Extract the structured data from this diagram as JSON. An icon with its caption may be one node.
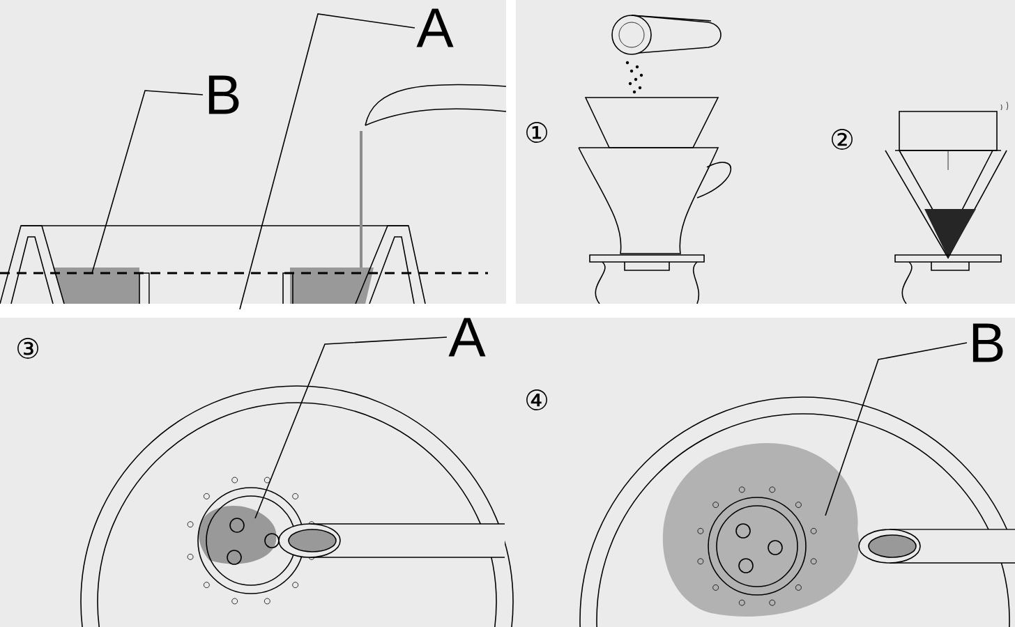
{
  "diagram": {
    "nodes": [
      {
        "text": [
          "A"
        ]
      },
      {
        "text": [
          "B"
        ]
      },
      {
        "text": [
          "A"
        ]
      },
      {
        "text": [
          "B"
        ]
      }
    ],
    "edges": [
      {
        "from": 0,
        "to": null,
        "arrow": "none"
      },
      {
        "from": 1,
        "to": null,
        "arrow": "none"
      },
      {
        "from": 2,
        "to": null,
        "arrow": "none"
      },
      {
        "from": 3,
        "to": null,
        "arrow": "none"
      }
    ],
    "labels": [
      "①",
      "②",
      "③",
      "④"
    ]
  }
}
